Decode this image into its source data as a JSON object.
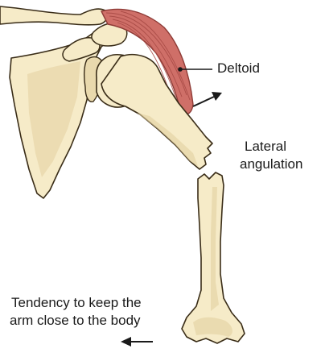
{
  "labels": {
    "deltoid": "Deltoid",
    "lateral_line1": "Lateral",
    "lateral_line2": "angulation",
    "tendency_line1": "Tendency to keep the",
    "tendency_line2": "arm close to the body"
  },
  "colors": {
    "bone_fill": "#f6ebc8",
    "bone_outline": "#3a2d18",
    "bone_shade": "#e3d0a0",
    "muscle": "#cf6f68",
    "muscle_fiber": "#a84a45",
    "text": "#1a1a1a"
  }
}
